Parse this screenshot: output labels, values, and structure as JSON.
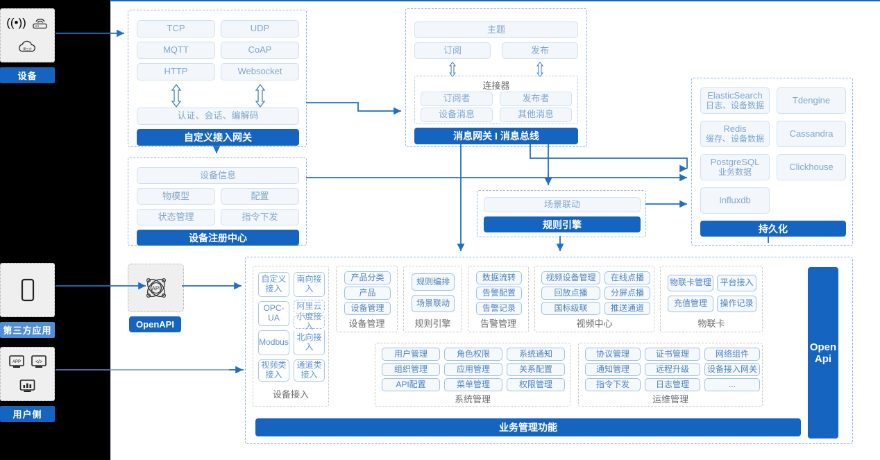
{
  "actors": [
    {
      "id": "device",
      "label": "设备",
      "icons": [
        "wifi-signal-icon",
        "router-icon",
        "cloud-icon"
      ]
    },
    {
      "id": "third-party",
      "label": "第三方应用",
      "icons": [
        "mobile-phone-icon"
      ]
    },
    {
      "id": "user-side",
      "label": "用户侧",
      "icons": [
        "app-window-icon",
        "code-window-icon",
        "dashboard-icon"
      ]
    }
  ],
  "access_gateway": {
    "protocols": [
      "TCP",
      "UDP",
      "MQTT",
      "CoAP",
      "HTTP",
      "Websocket"
    ],
    "middle": "认证、会话、编解码",
    "title": "自定义接入网关"
  },
  "message_gateway": {
    "topic": "主题",
    "subscribe": "订阅",
    "publish": "发布",
    "connector_title": "连接器",
    "connector_items": [
      "订阅者",
      "发布者",
      "设备消息",
      "其他消息"
    ],
    "title": "消息网关 I 消息总线"
  },
  "device_registry": {
    "info": "设备信息",
    "items": [
      "物模型",
      "配置",
      "状态管理",
      "指令下发"
    ],
    "title": "设备注册中心"
  },
  "rule_engine": {
    "scene": "场景联动",
    "title": "规则引擎"
  },
  "persistence": {
    "stores": [
      {
        "name": "ElasticSearch",
        "sub": "日志、设备数据"
      },
      {
        "name": "Tdengine",
        "sub": ""
      },
      {
        "name": "Redis",
        "sub": "缓存、设备数据"
      },
      {
        "name": "Cassandra",
        "sub": ""
      },
      {
        "name": "PostgreSQL",
        "sub": "业务数据"
      },
      {
        "name": "Clickhouse",
        "sub": ""
      },
      {
        "name": "Influxdb",
        "sub": ""
      }
    ],
    "title": "持久化"
  },
  "openapi": {
    "label": "OpenAPI",
    "icon": "api-atom-icon"
  },
  "open_api_bar": {
    "line1": "Open",
    "line2": "Api"
  },
  "business": {
    "title": "业务管理功能",
    "groups": [
      {
        "caption": "设备接入",
        "left": [
          "自定义接入",
          "OPC-UA",
          "Modbus",
          "视频类接入"
        ],
        "right": [
          "南向接入",
          "阿里云",
          "小度接入",
          "北向接入",
          "通道类接入"
        ]
      },
      {
        "caption": "设备管理",
        "items": [
          "产品分类",
          "产品",
          "设备管理"
        ]
      },
      {
        "caption": "规则引擎",
        "items": [
          "规则编排",
          "场景联动"
        ]
      },
      {
        "caption": "告警管理",
        "items": [
          "数据流转",
          "告警配置",
          "告警记录"
        ]
      },
      {
        "caption": "视频中心",
        "items": [
          "视频设备管理",
          "在线点播",
          "回放点播",
          "分屏点播",
          "国标级联",
          "推送通道"
        ]
      },
      {
        "caption": "物联卡",
        "items": [
          "物联卡管理",
          "平台接入",
          "充值管理",
          "操作记录"
        ]
      },
      {
        "caption": "系统管理",
        "items": [
          "用户管理",
          "角色权限",
          "系统通知",
          "组织管理",
          "应用管理",
          "关系配置",
          "API配置",
          "菜单管理",
          "权限管理"
        ]
      },
      {
        "caption": "运维管理",
        "items": [
          "协议管理",
          "证书管理",
          "网络组件",
          "通知管理",
          "远程升级",
          "设备接入网关",
          "指令下发",
          "日志管理",
          "..."
        ]
      }
    ]
  },
  "colors": {
    "accent": "#1565c0",
    "pill_text": "#7fa6cf",
    "dashed": "#8fb4e0"
  }
}
